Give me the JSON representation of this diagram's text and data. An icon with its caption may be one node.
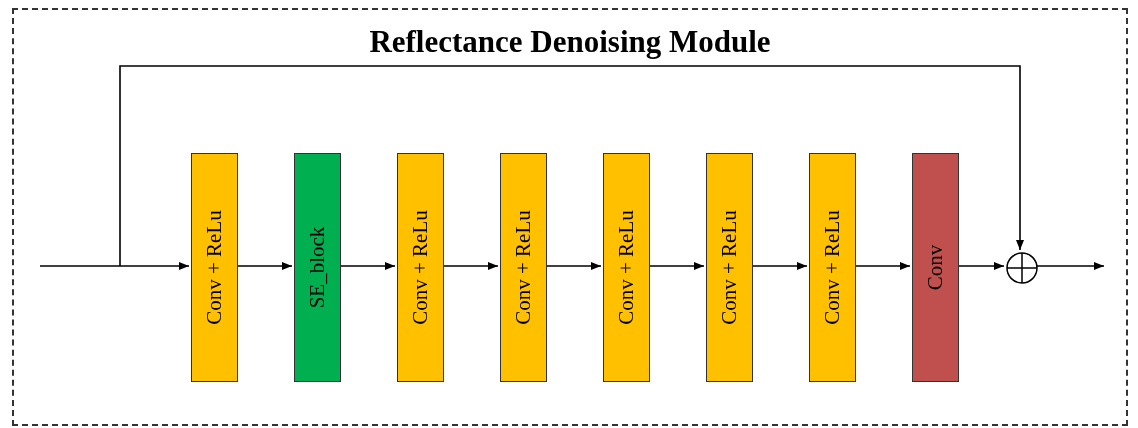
{
  "diagram": {
    "nodes": [
      {
        "text": [
          "Reflectance Denoising Module"
        ]
      },
      {
        "text": [
          "Conv + ReLu"
        ],
        "in": 0
      },
      {
        "text": [
          "SE_block"
        ],
        "in": 0
      },
      {
        "text": [
          "Conv + ReLu"
        ],
        "in": 0
      },
      {
        "text": [
          "Conv + ReLu"
        ],
        "in": 0
      },
      {
        "text": [
          "Conv + ReLu"
        ],
        "in": 0
      },
      {
        "text": [
          "Conv + ReLu"
        ],
        "in": 0
      },
      {
        "text": [
          "Conv + ReLu"
        ],
        "in": 0
      },
      {
        "text": [
          "Conv"
        ],
        "in": 0
      },
      {
        "text": [],
        "shape": "circle",
        "in": 0
      }
    ],
    "edges": [
      {
        "from": null,
        "to": 1,
        "arrow": "to"
      },
      {
        "from": 1,
        "to": 2,
        "arrow": "to"
      },
      {
        "from": 2,
        "to": 3,
        "arrow": "to"
      },
      {
        "from": 3,
        "to": 4,
        "arrow": "to"
      },
      {
        "from": 4,
        "to": 5,
        "arrow": "to"
      },
      {
        "from": 5,
        "to": 6,
        "arrow": "to"
      },
      {
        "from": 6,
        "to": 7,
        "arrow": "to"
      },
      {
        "from": 7,
        "to": 8,
        "arrow": "to"
      },
      {
        "from": 8,
        "to": 9,
        "arrow": "to"
      },
      {
        "from": null,
        "to": 9,
        "arrow": "to"
      },
      {
        "from": 9,
        "to": null,
        "arrow": "to"
      }
    ]
  }
}
